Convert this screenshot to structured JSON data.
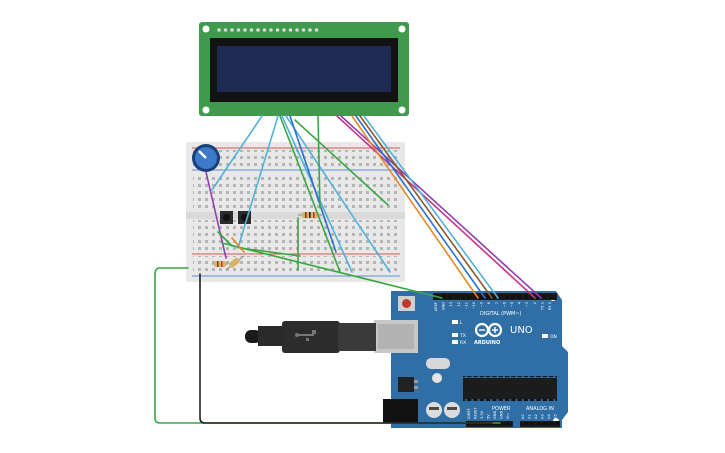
{
  "board": {
    "name": "UNO",
    "brand": "ARDUINO",
    "digital_header": "DIGITAL (PWM~)",
    "power_header": "POWER",
    "analog_header": "ANALOG IN",
    "on_label": "ON",
    "l_label": "L",
    "tx_label": "TX",
    "rx_label": "RX",
    "digital_pins": [
      "AREF",
      "GND",
      "13",
      "12",
      "~11",
      "~10",
      "~9",
      "8",
      "7",
      "~6",
      "~5",
      "4",
      "~3",
      "2",
      "TX 1",
      "RX 0"
    ],
    "power_pins": [
      "IOREF",
      "RESET",
      "3.3V",
      "5V",
      "GND",
      "GND",
      "Vin"
    ],
    "analog_pins": [
      "A0",
      "A1",
      "A2",
      "A3",
      "A4",
      "A5"
    ]
  },
  "colors": {
    "board": "#2f6fa6",
    "board_dark": "#245a88",
    "lcd_pcb": "#3f9a4d",
    "lcd_screen": "#1f2a52",
    "breadboard": "#e8e8e8",
    "rail_red": "#d9534f",
    "rail_blue": "#5b8fd6",
    "wire_green": "#3aa745",
    "wire_cyan": "#4fb3d9",
    "wire_blue": "#2b6fd1",
    "wire_purple": "#8e3fb0",
    "wire_magenta": "#c6338a",
    "wire_orange": "#e38a22",
    "wire_brown": "#8a5a2b",
    "wire_black": "#222222"
  },
  "icons": [
    "potentiometer-icon",
    "push-button-icon",
    "resistor-icon",
    "usb-cable-icon",
    "reset-button-icon",
    "power-jack-icon",
    "capacitor-icon",
    "microcontroller-chip-icon",
    "infinity-logo-icon"
  ]
}
